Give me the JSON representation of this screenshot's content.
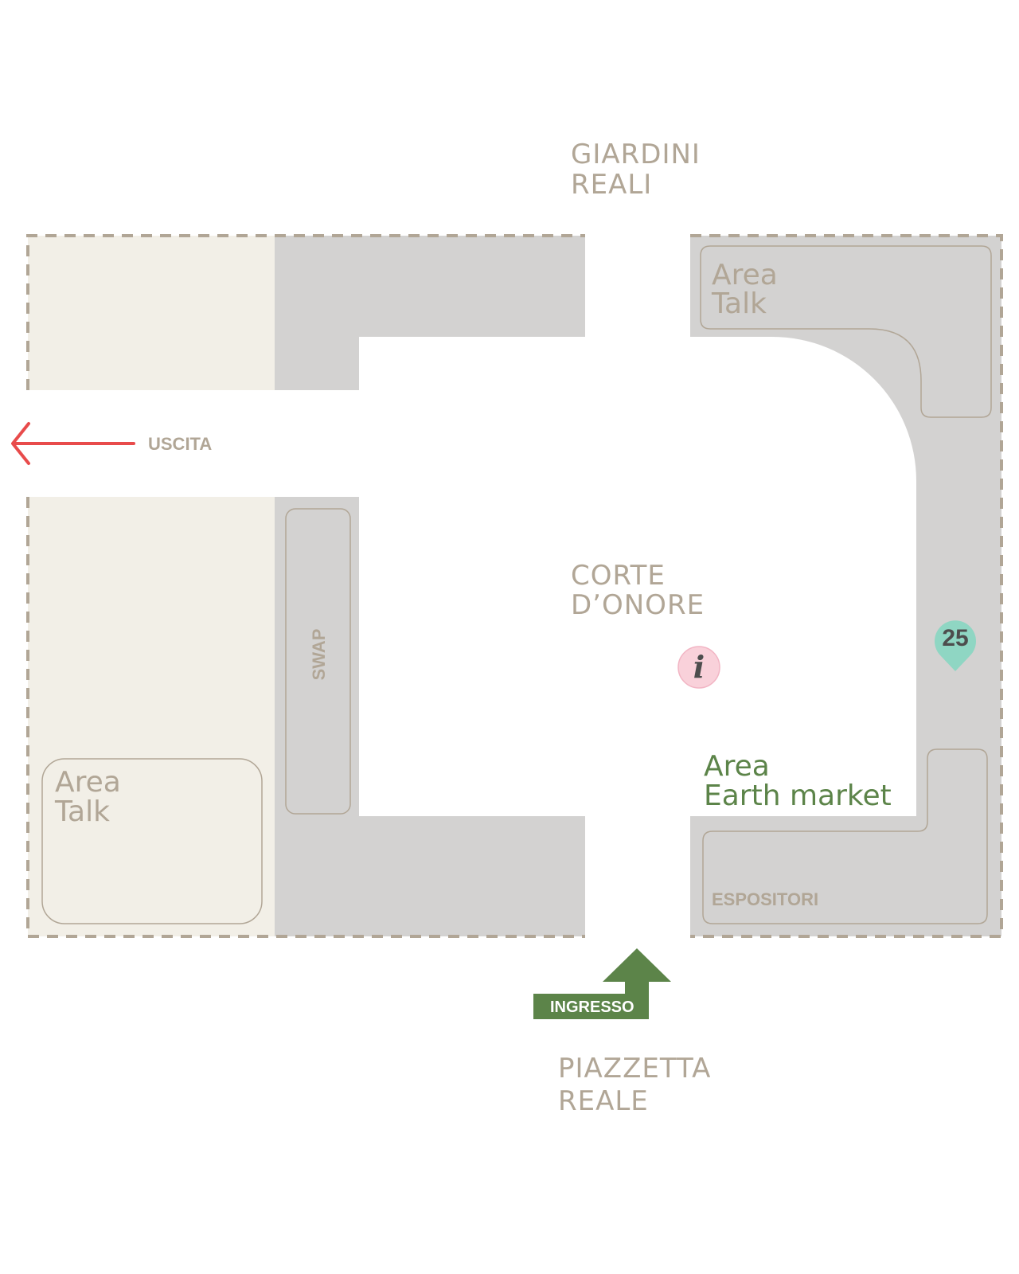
{
  "map": {
    "places": {
      "giardini_reali": [
        "GIARDINI",
        "REALI"
      ],
      "corte_donore": [
        "CORTE",
        "D’ONORE"
      ],
      "piazzetta_reale": [
        "PIAZZETTA",
        "REALE"
      ]
    },
    "areas": {
      "talk_top_right": [
        "Area",
        "Talk"
      ],
      "talk_bottom_left": [
        "Area",
        "Talk"
      ],
      "earth_market": [
        "Area",
        "Earth market"
      ],
      "swap": "SWAP",
      "espositori": "ESPOSITORI"
    },
    "exit_label": "USCITA",
    "entry_label": "INGRESSO",
    "pin_number": "25",
    "info_symbol": "i"
  },
  "colors": {
    "building": "#d3d2d1",
    "garden": "#f2efe7",
    "border": "#b1a696",
    "label": "#b1a696",
    "entry_green": "#5c8449",
    "exit_red": "#e84b4b",
    "pin": "#8fd6c3",
    "info": "#f9d1da"
  }
}
